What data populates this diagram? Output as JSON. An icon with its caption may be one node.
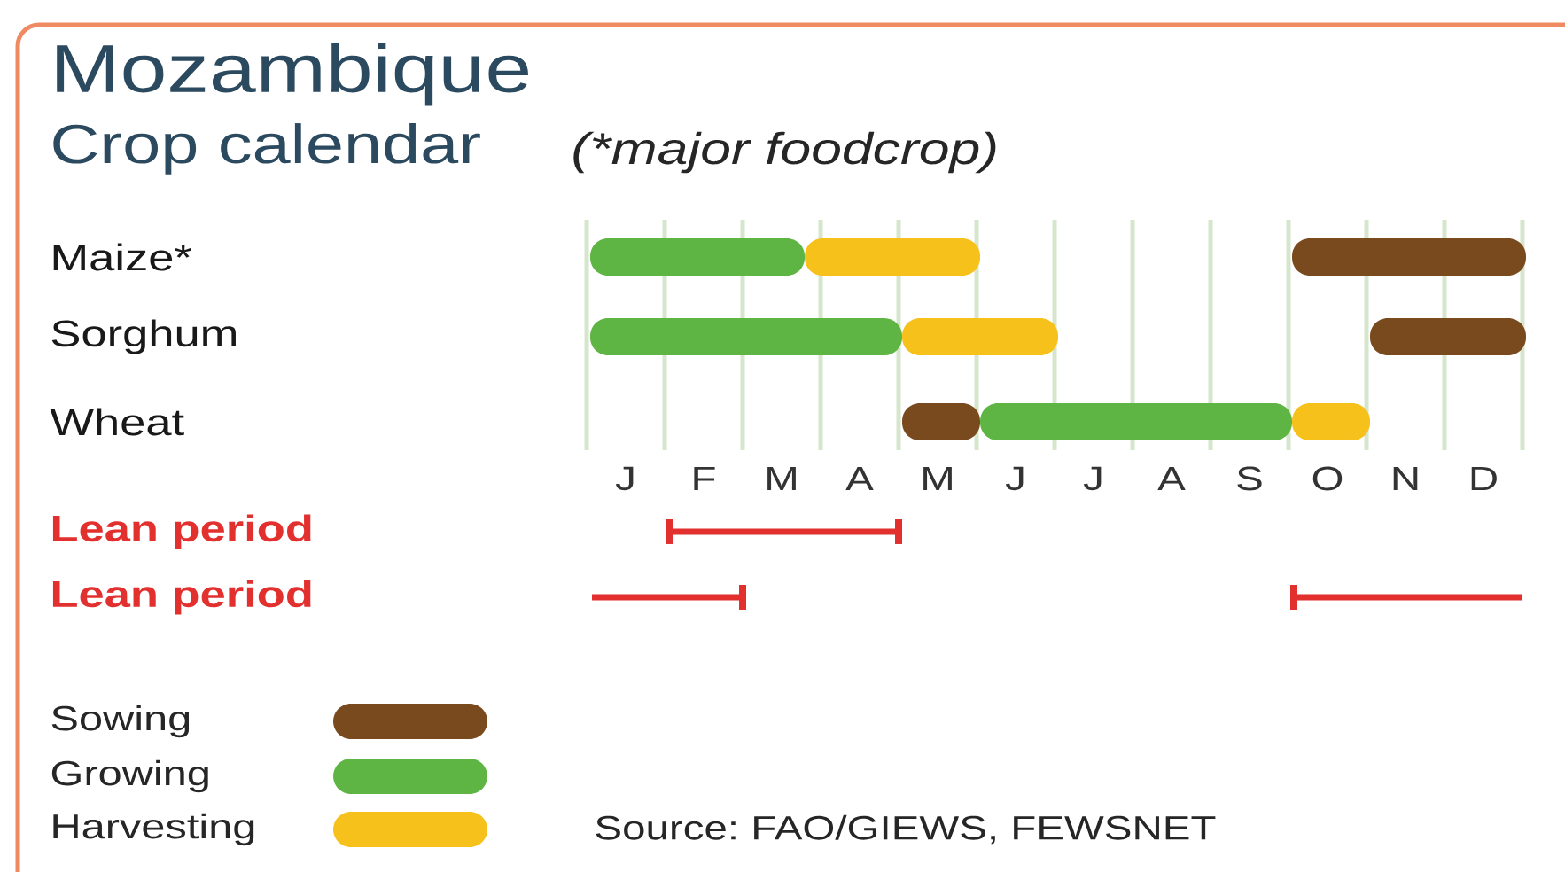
{
  "diagram": {
    "title": "Mozambique",
    "labels": [
      "Crop calendar",
      "(*major foodcrop)",
      "Maize*",
      "Sorghum",
      "Wheat",
      "J",
      "F",
      "M",
      "A",
      "M",
      "J",
      "J",
      "A",
      "S",
      "O",
      "N",
      "D",
      "Lean period",
      "Lean period",
      "Source: FAO/GIEWS, FEWSNET"
    ],
    "legend": [
      {
        "text": "Sowing",
        "color": "#7a4a1f"
      },
      {
        "text": "Growing",
        "color": "#5fb544"
      },
      {
        "text": "Harvesting",
        "color": "#f6c11a"
      }
    ]
  }
}
